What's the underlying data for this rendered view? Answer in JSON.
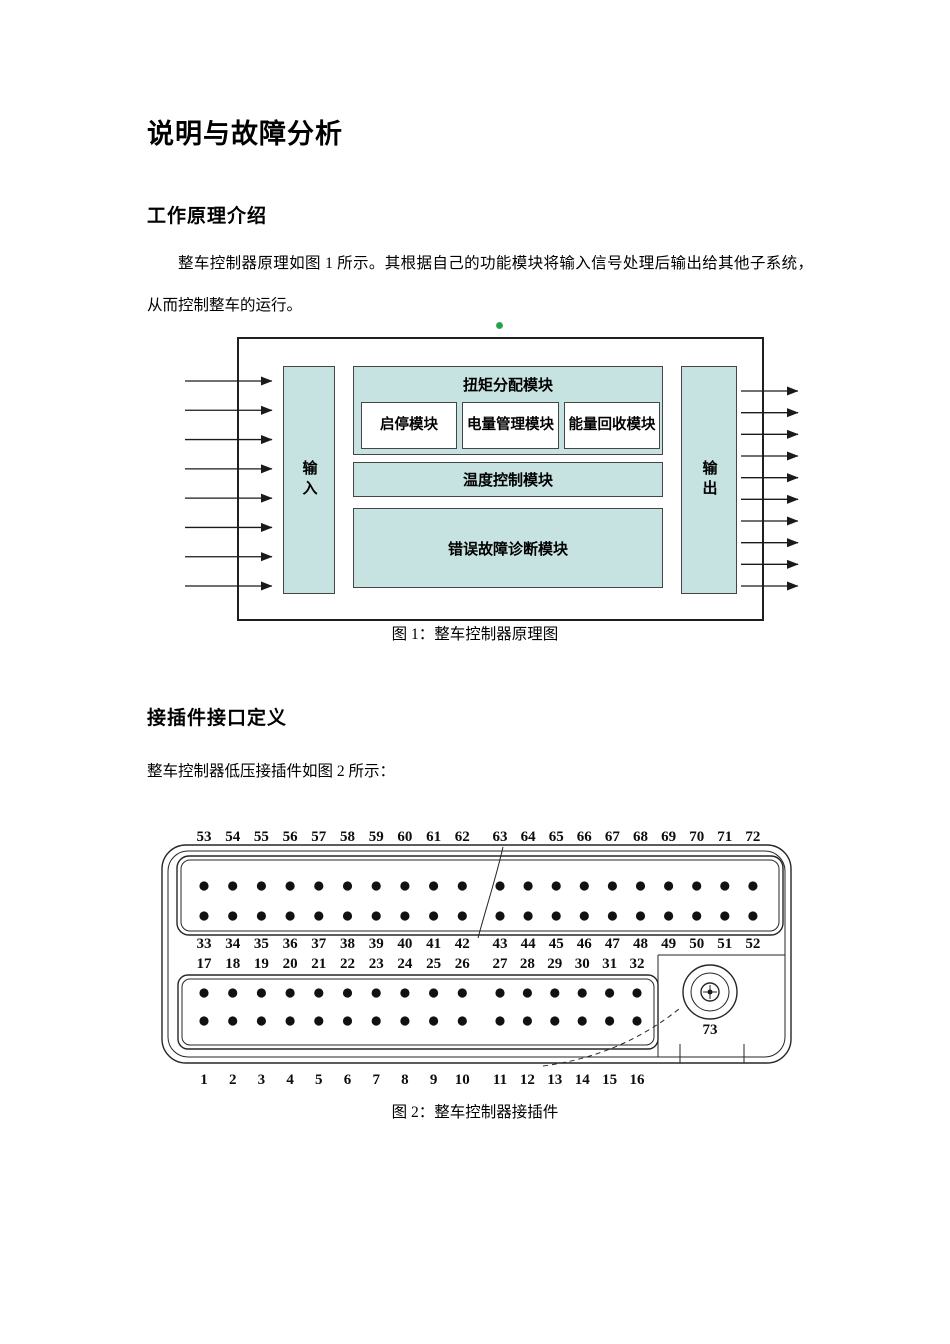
{
  "doc": {
    "title": "说明与故障分析",
    "section_principle": {
      "heading": "工作原理介绍",
      "body": "整车控制器原理如图 1 所示。其根据自己的功能模块将输入信号处理后输出给其他子系统，从而控制整车的运行。"
    },
    "figure1": {
      "input_label": "输入",
      "output_label": "输出",
      "torque_module": "扭矩分配模块",
      "submodules": [
        "启停模块",
        "电量管理模块",
        "能量回收模块"
      ],
      "temperature_module": "温度控制模块",
      "fault_module": "错误故障诊断模块",
      "caption": "图 1：整车控制器原理图",
      "left_arrows": 8,
      "right_arrows": 10,
      "module_fill": "#c7e3e1",
      "handle_color": "#00b050"
    },
    "section_connector": {
      "heading": "接插件接口定义",
      "body": "整车控制器低压接插件如图 2 所示："
    },
    "figure2": {
      "caption": "图 2：整车控制器接插件",
      "pin_rows": {
        "top_labels": [
          "53",
          "54",
          "55",
          "56",
          "57",
          "58",
          "59",
          "60",
          "61",
          "62",
          "63",
          "64",
          "65",
          "66",
          "67",
          "68",
          "69",
          "70",
          "71",
          "72"
        ],
        "upper_mid_labels": [
          "33",
          "34",
          "35",
          "36",
          "37",
          "38",
          "39",
          "40",
          "41",
          "42",
          "43",
          "44",
          "45",
          "46",
          "47",
          "48",
          "49",
          "50",
          "51",
          "52"
        ],
        "lower_mid_labels": [
          "17",
          "18",
          "19",
          "20",
          "21",
          "22",
          "23",
          "24",
          "25",
          "26",
          "27",
          "28",
          "29",
          "30",
          "31",
          "32"
        ],
        "bottom_labels": [
          "1",
          "2",
          "3",
          "4",
          "5",
          "6",
          "7",
          "8",
          "9",
          "10",
          "11",
          "12",
          "13",
          "14",
          "15",
          "16"
        ]
      },
      "round_connector_label": "73"
    }
  }
}
